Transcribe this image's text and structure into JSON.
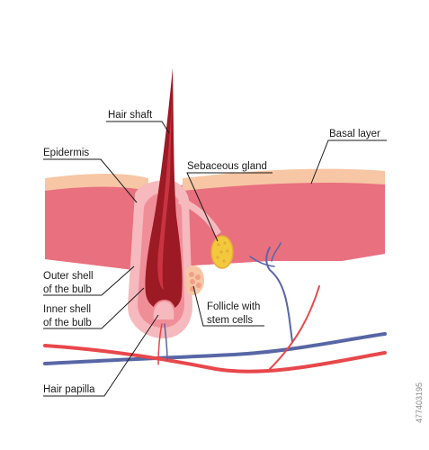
{
  "labels": {
    "hair_shaft": "Hair shaft",
    "epidermis": "Epidermis",
    "sebaceous_gland": "Sebaceous gland",
    "basal_layer": "Basal layer",
    "outer_shell_line1": "Outer shell",
    "outer_shell_line2": "of the bulb",
    "inner_shell_line1": "Inner shell",
    "inner_shell_line2": "of the bulb",
    "follicle_line1": "Follicle with",
    "follicle_line2": "stem cells",
    "hair_papilla": "Hair papilla"
  },
  "stock_id": "477403195",
  "colors": {
    "skin": "#e8707f",
    "skin_top": "#f7c6a4",
    "shell_outer": "#f6b9bd",
    "shell_inner": "#f08e98",
    "hair": "#9c1a24",
    "sebaceous": "#f2c83c",
    "artery": "#e8474b",
    "vein": "#5866a6"
  }
}
